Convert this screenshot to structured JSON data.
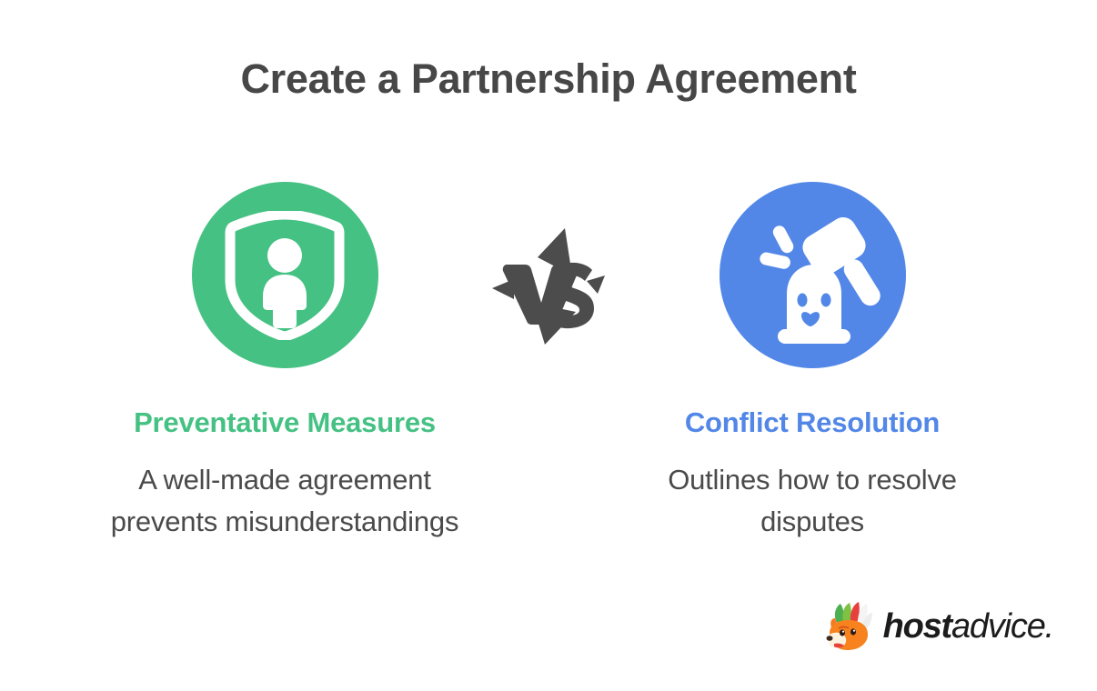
{
  "page": {
    "title": "Create a Partnership Agreement",
    "background_color": "#ffffff"
  },
  "comparison": {
    "separator_label": "VS",
    "left": {
      "heading": "Preventative Measures",
      "body": "A well-made agreement prevents misunderstandings",
      "accent_color": "#45c183",
      "icon_name": "shield-person-icon"
    },
    "right": {
      "heading": "Conflict Resolution",
      "body": "Outlines how to resolve disputes",
      "accent_color": "#5287e8",
      "icon_name": "gavel-strike-icon"
    }
  },
  "logo": {
    "brand_bold": "host",
    "brand_light": "advice.",
    "mark_name": "hostadvice-fox-logo"
  }
}
